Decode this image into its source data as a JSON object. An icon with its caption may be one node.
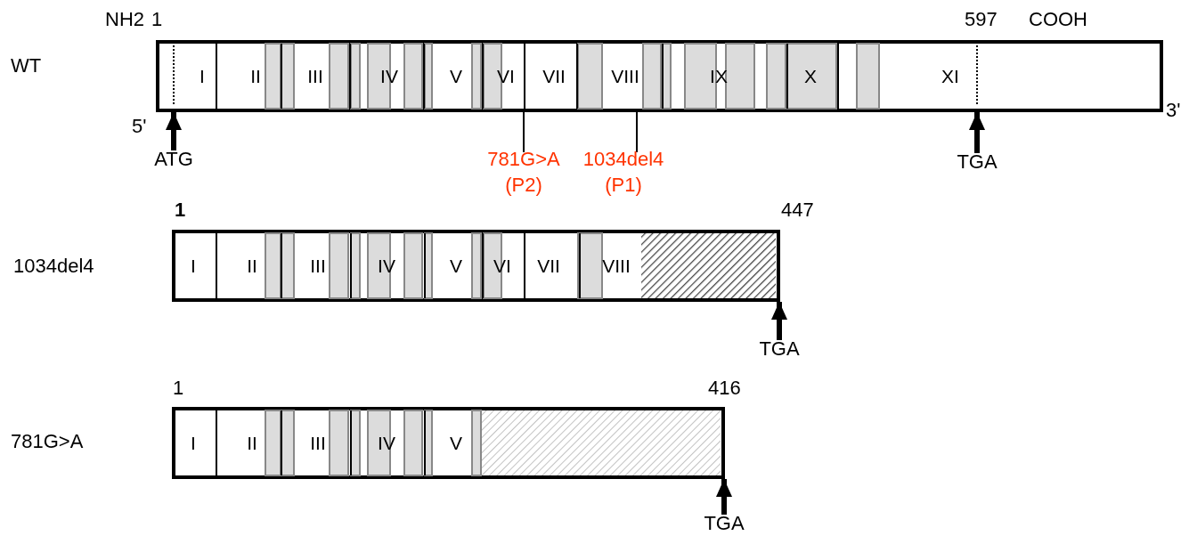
{
  "diagram": {
    "nodes": [
      {
        "text": [],
        "shape": "bar"
      },
      {
        "text": [
          "I"
        ],
        "in": 0
      },
      {
        "text": [
          "II"
        ],
        "in": 0
      },
      {
        "text": [
          "III"
        ],
        "in": 0
      },
      {
        "text": [
          "IV"
        ],
        "in": 0
      },
      {
        "text": [
          "V"
        ],
        "in": 0
      },
      {
        "text": [
          "VI"
        ],
        "in": 0
      },
      {
        "text": [
          "VII"
        ],
        "in": 0
      },
      {
        "text": [
          "VIII"
        ],
        "in": 0
      },
      {
        "text": [
          "IX"
        ],
        "in": 0
      },
      {
        "text": [
          "X"
        ],
        "in": 0
      },
      {
        "text": [
          "XI"
        ],
        "in": 0
      },
      {
        "text": [],
        "shape": "bar"
      },
      {
        "text": [
          "I"
        ],
        "in": 12
      },
      {
        "text": [
          "II"
        ],
        "in": 12
      },
      {
        "text": [
          "III"
        ],
        "in": 12
      },
      {
        "text": [
          "IV"
        ],
        "in": 12
      },
      {
        "text": [
          "V"
        ],
        "in": 12
      },
      {
        "text": [
          "VI"
        ],
        "in": 12
      },
      {
        "text": [
          "VII"
        ],
        "in": 12
      },
      {
        "text": [
          "VIII"
        ],
        "in": 12
      },
      {
        "text": [],
        "shape": "bar"
      },
      {
        "text": [
          "I"
        ],
        "in": 21
      },
      {
        "text": [
          "II"
        ],
        "in": 21
      },
      {
        "text": [
          "III"
        ],
        "in": 21
      },
      {
        "text": [
          "IV"
        ],
        "in": 21
      },
      {
        "text": [
          "V"
        ],
        "in": 21
      },
      {
        "text": [
          "781G>A (P2)"
        ]
      },
      {
        "text": [
          "1034del4 (P1)"
        ]
      },
      {
        "text": [
          "ATG"
        ]
      },
      {
        "text": [
          "TGA"
        ]
      },
      {
        "text": [
          "TGA"
        ]
      },
      {
        "text": [
          "TGA"
        ]
      }
    ],
    "edges": [
      {
        "from": 27,
        "to": 0,
        "arrow": "none"
      },
      {
        "from": 28,
        "to": 0,
        "arrow": "none"
      },
      {
        "from": 29,
        "to": 0,
        "arrow": "to"
      },
      {
        "from": 30,
        "to": 0,
        "arrow": "to"
      },
      {
        "from": 31,
        "to": 12,
        "arrow": "to"
      },
      {
        "from": 32,
        "to": 21,
        "arrow": "to"
      }
    ],
    "labels": [
      "NH2",
      "1",
      "597",
      "COOH",
      "WT",
      "5'",
      "3'",
      "1",
      "447",
      "1034del4",
      "1",
      "416",
      "781G>A"
    ]
  }
}
